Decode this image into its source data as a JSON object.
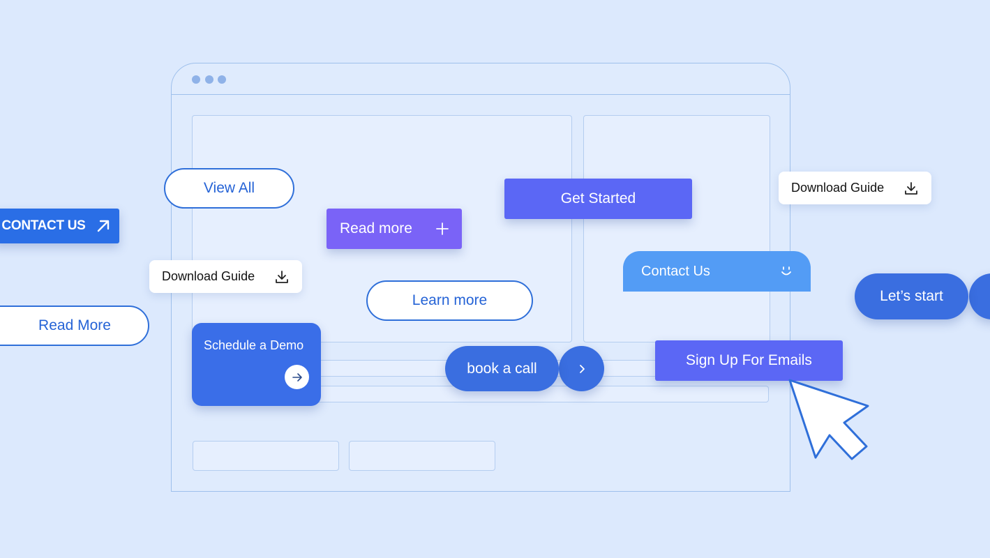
{
  "colors": {
    "background": "#dce9fd",
    "blue": "#2f6fd9",
    "purple": "#7a63f7",
    "indigo": "#5b67f5",
    "light_blue": "#539cf5"
  },
  "buttons": {
    "contact_us_upper": "CONTACT US",
    "view_all": "View All",
    "read_more_plus": "Read more",
    "get_started": "Get Started",
    "download_guide_right": "Download Guide",
    "download_guide_left": "Download Guide",
    "learn_more": "Learn more",
    "contact_us": "Contact Us",
    "lets_start": "Let’s start",
    "read_more_outline": "Read More",
    "schedule_demo": "Schedule a Demo",
    "book_call": "book a call",
    "sign_up": "Sign Up For Emails"
  },
  "icons": {
    "contact_us_upper": "arrow-up-right-icon",
    "read_more_plus": "plus-icon",
    "download": "download-icon",
    "contact_us": "smile-icon",
    "schedule_demo": "arrow-right-icon",
    "book_call": "chevron-right-icon",
    "cursor": "mouse-cursor-icon"
  }
}
